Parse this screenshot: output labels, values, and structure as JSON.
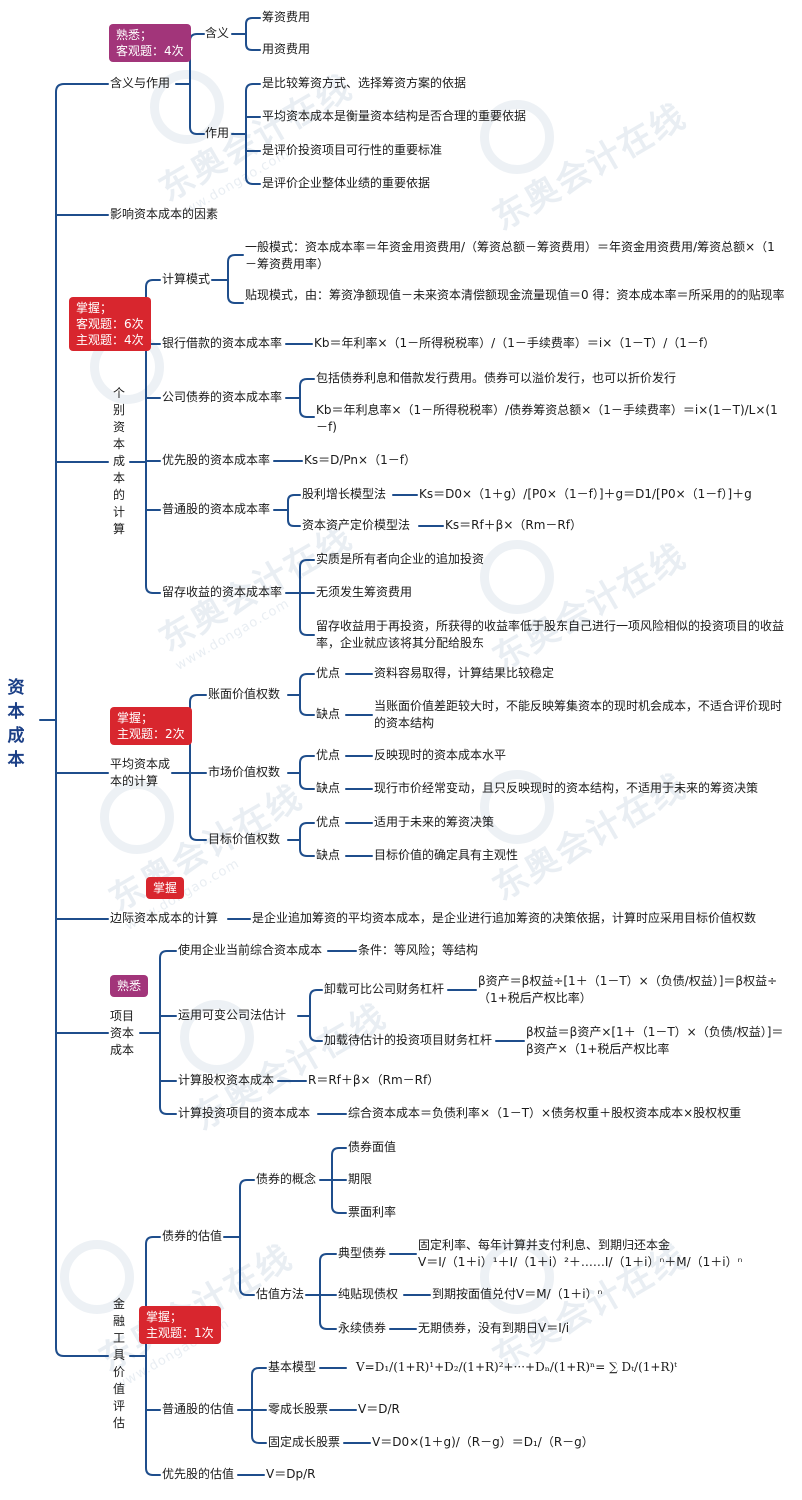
{
  "root": "资本成本",
  "watermark": {
    "brand": "东奥会计在线",
    "url": "www.dongao.com"
  },
  "tags": {
    "t1": "熟悉；\n客观题：4次",
    "t2": "掌握；\n客观题：6次\n主观题：4次",
    "t3": "掌握；\n主观题：2次",
    "t4": "掌握",
    "t5": "熟悉",
    "t6": "掌握；\n主观题：1次"
  },
  "s1": {
    "label": "含义与作用",
    "meaning": "含义",
    "m1": "筹资费用",
    "m2": "用资费用",
    "role": "作用",
    "r1": "是比较筹资方式、选择筹资方案的依据",
    "r2": "平均资本成本是衡量资本结构是否合理的重要依据",
    "r3": "是评价投资项目可行性的重要标准",
    "r4": "是评价企业整体业绩的重要依据"
  },
  "s2": {
    "label": "影响资本成本的因素"
  },
  "s3": {
    "label": "个别资本成本的计算",
    "calc": "计算模式",
    "calc1": "一般模式：资本成本率＝年资金用资费用/（筹资总额－筹资费用）＝年资金用资费用/筹资总额×（1－筹资费用率）",
    "calc2": "贴现模式，由：筹资净额现值－未来资本清偿额现金流量现值＝0 得：资本成本率＝所采用的的贴现率",
    "bank": "银行借款的资本成本率",
    "bank1": "Kb＝年利率×（1－所得税税率）/（1－手续费率）＝i×（1－T）/（1－f）",
    "bond": "公司债券的资本成本率",
    "bond1": "包括债券利息和借款发行费用。债券可以溢价发行，也可以折价发行",
    "bond2": "Kb＝年利息率×（1－所得税税率）/债券筹资总额×（1－手续费率）＝i×(1－T)/L×(1－f)",
    "pref": "优先股的资本成本率",
    "pref1": "Ks＝D/Pn×（1－f）",
    "common": "普通股的资本成本率",
    "div": "股利增长模型法",
    "div1": "Ks＝D0×（1＋g）/[P0×（1－f）]＋g＝D1/[P0×（1－f）]＋g",
    "capm": "资本资产定价模型法",
    "capm1": "Ks＝Rf＋β×（Rm－Rf）",
    "ret": "留存收益的资本成本率",
    "ret1": "实质是所有者向企业的追加投资",
    "ret2": "无须发生筹资费用",
    "ret3": "留存收益用于再投资，所获得的收益率低于股东自己进行一项风险相似的投资项目的收益率，企业就应该将其分配给股东"
  },
  "s4": {
    "label": "平均资本成本的计算",
    "book": "账面价值权数",
    "book_adv": "优点",
    "book_adv1": "资料容易取得，计算结果比较稳定",
    "book_dis": "缺点",
    "book_dis1": "当账面价值差距较大时，不能反映筹集资本的现时机会成本，不适合评价现时的资本结构",
    "mkt": "市场价值权数",
    "mkt_adv": "优点",
    "mkt_adv1": "反映现时的资本成本水平",
    "mkt_dis": "缺点",
    "mkt_dis1": "现行市价经常变动，且只反映现时的资本结构，不适用于未来的筹资决策",
    "tgt": "目标价值权数",
    "tgt_adv": "优点",
    "tgt_adv1": "适用于未来的筹资决策",
    "tgt_dis": "缺点",
    "tgt_dis1": "目标价值的确定具有主观性"
  },
  "s5": {
    "label": "边际资本成本的计算",
    "desc": "是企业追加筹资的平均资本成本，是企业进行追加筹资的决策依据，计算时应采用目标价值权数"
  },
  "s6": {
    "label": "项目资本成本",
    "use": "使用企业当前综合资本成本",
    "use1": "条件：等风险；等结构",
    "var": "运用可变公司法估计",
    "unlev": "卸载可比公司财务杠杆",
    "unlev1": "β资产＝β权益÷[1＋（1－T）×（负债/权益）]＝β权益÷（1+税后产权比率）",
    "lev": "加载待估计的投资项目财务杠杆",
    "lev1": "β权益＝β资产×[1＋（1－T）×（负债/权益）]＝β资产×（1+税后产权比率",
    "eq": "计算股权资本成本",
    "eq1": "R＝Rf＋β×（Rm－Rf）",
    "proj": "计算投资项目的资本成本",
    "proj1": "综合资本成本＝负债利率×（1－T）×债务权重＋股权资本成本×股权权重"
  },
  "s7": {
    "label": "金融工具价值评估",
    "bondv": "债券的估值",
    "concept": "债券的概念",
    "c1": "债券面值",
    "c2": "期限",
    "c3": "票面利率",
    "method": "估值方法",
    "typical": "典型债券",
    "typical1": "固定利率、每年计算并支付利息、到期归还本金",
    "typical2": "V＝I/（1＋i）¹＋I/（1＋i）²＋……I/（1＋i）ⁿ＋M/（1＋i）ⁿ",
    "pure": "纯贴现债权",
    "pure1": "到期按面值兑付V＝M/（1＋i）ⁿ",
    "perp": "永续债券",
    "perp1": "无期债券，没有到期日V＝I/i",
    "stock": "普通股的估值",
    "basic": "基本模型",
    "basic1": "V=D₁/(1+R)¹+D₂/(1+R)²+···+Dₙ/(1+R)ⁿ= ∑ Dₜ/(1+R)ᵗ",
    "zero": "零成长股票",
    "zero1": "V＝D/R",
    "fixed": "固定成长股票",
    "fixed1": "V＝D0×(1＋g)/（R－g）＝D₁/（R－g）",
    "prefv": "优先股的估值",
    "prefv1": "V＝Dp/R"
  },
  "colors": {
    "line": "#1f4e8c",
    "tag_familiar": "#a2357a",
    "tag_master": "#d8262e",
    "root": "#1b3f86"
  }
}
